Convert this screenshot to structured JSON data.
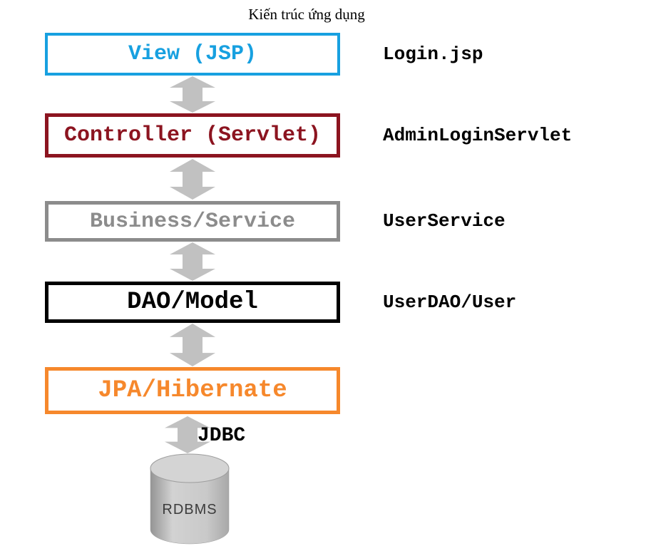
{
  "title": "Kiến trúc ứng dụng",
  "layers": [
    {
      "id": "view",
      "label": "View (JSP)",
      "annotation": "Login.jsp",
      "color": "#17A0E0"
    },
    {
      "id": "controller",
      "label": "Controller (Servlet)",
      "annotation": "AdminLoginServlet",
      "color": "#8C1420"
    },
    {
      "id": "business",
      "label": "Business/Service",
      "annotation": "UserService",
      "color": "#8C8C8C"
    },
    {
      "id": "dao",
      "label": "DAO/Model",
      "annotation": "UserDAO/User",
      "color": "#000000"
    },
    {
      "id": "jpa",
      "label": "JPA/Hibernate",
      "annotation": "",
      "color": "#F6882C"
    }
  ],
  "connector_label": "JDBC",
  "database": {
    "label": "RDBMS"
  },
  "colors": {
    "arrow": "#C1C1C1",
    "background": "#FFFFFF"
  }
}
